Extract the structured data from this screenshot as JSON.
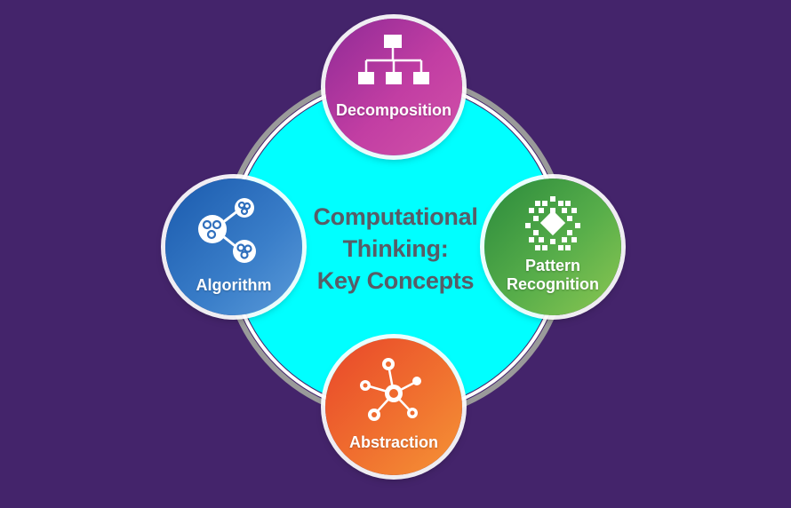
{
  "colors": {
    "background": "#44246b",
    "center_fill": "#00ffff",
    "ring": "#9a9a9a",
    "center_text": "#585c66",
    "decomposition": "#b83a9e",
    "algorithm": "#2f6fbd",
    "pattern_recognition": "#5aae4a",
    "abstraction": "#ef6a2e"
  },
  "center": {
    "lines": [
      "Computational",
      "Thinking:",
      "Key Concepts"
    ]
  },
  "nodes": {
    "decomposition": {
      "lines": [
        "Decomposition"
      ],
      "icon": "hierarchy-icon"
    },
    "algorithm": {
      "lines": [
        "Algorithm"
      ],
      "icon": "share-nodes-icon"
    },
    "pattern_recognition": {
      "lines": [
        "Pattern",
        "Recognition"
      ],
      "icon": "pixel-pattern-icon"
    },
    "abstraction": {
      "lines": [
        "Abstraction"
      ],
      "icon": "hub-network-icon"
    }
  }
}
